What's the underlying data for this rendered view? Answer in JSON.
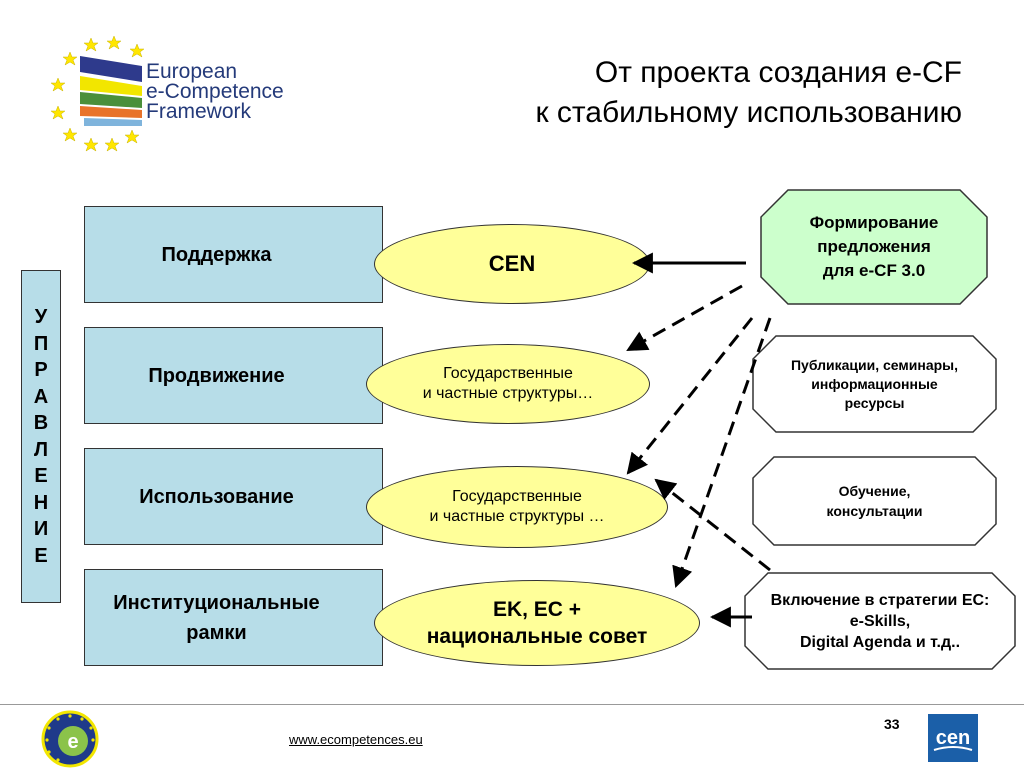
{
  "logo": {
    "lines": [
      "European",
      "e-Competence",
      "Framework"
    ]
  },
  "title": {
    "line1": "От проекта создания e-CF",
    "line2": "к стабильному использованию"
  },
  "governance": {
    "letters": [
      "У",
      "П",
      "Р",
      "А",
      "В",
      "Л",
      "Е",
      "Н",
      "И",
      "Е"
    ]
  },
  "left_boxes": [
    {
      "label": "Поддержка"
    },
    {
      "label": "Продвижение"
    },
    {
      "label": "Использование"
    },
    {
      "label_line1": "Институциональные",
      "label_line2": "рамки"
    }
  ],
  "ellipses": [
    {
      "label": "CEN"
    },
    {
      "line1": "Государственные",
      "line2": "и частные структуры…"
    },
    {
      "line1": "Государственные",
      "line2": "и частные структуры …"
    },
    {
      "line1": "EK, EC +",
      "line2": "национальные совет"
    }
  ],
  "right_boxes": [
    {
      "line1": "Формирование",
      "line2": "предложения",
      "line3": "для e-CF 3.0"
    },
    {
      "line1": "Публикации, семинары,",
      "line2": "информационные",
      "line3": "ресурсы"
    },
    {
      "line1": "Обучение,",
      "line2": "консультации"
    },
    {
      "line1": "Включение в стратегии ЕС:",
      "line2": "e-Skills,",
      "line3": "Digital Agenda и т.д.."
    }
  ],
  "footer": {
    "url": "www.ecompetences.eu",
    "page_number": "33"
  },
  "colors": {
    "box_blue": "#b7dde8",
    "ellipse_yellow": "#ffff99",
    "octagon_green": "#ccffcc"
  }
}
